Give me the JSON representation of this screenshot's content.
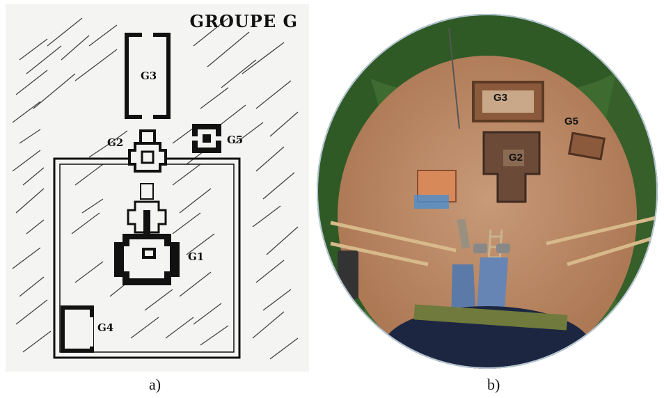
{
  "panel_a": {
    "title": "GROUPE G",
    "labels": {
      "g1": "G1",
      "g2": "G2",
      "g3": "G3",
      "g4": "G4",
      "g5": "G5"
    },
    "caption": "a)"
  },
  "panel_b": {
    "labels": {
      "g2": "G2",
      "g3": "G3",
      "g5": "G5"
    },
    "caption": "b)"
  }
}
